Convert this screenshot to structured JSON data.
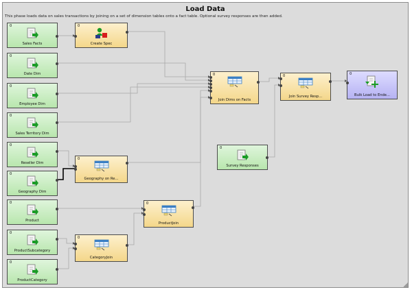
{
  "diagram": {
    "title": "Load Data",
    "description": "This phase loads data on sales transactions by joining on a set of dimension tables onto a fact table. Optional survey responses are then added."
  },
  "nodes": {
    "sales_facts": {
      "label": "Sales Facts",
      "count": "0"
    },
    "create_spec": {
      "label": "Create Spec",
      "count": "0"
    },
    "date_dim": {
      "label": "Date Dim",
      "count": "0"
    },
    "employee_dim": {
      "label": "Employee Dim",
      "count": "0"
    },
    "sales_territory_dim": {
      "label": "Sales Territory Dim",
      "count": "0"
    },
    "reseller_dim": {
      "label": "Reseller Dim",
      "count": "0"
    },
    "geography_dim": {
      "label": "Geography Dim",
      "count": "0"
    },
    "geography_on_re": {
      "label": "Geography on Re...",
      "count": "0"
    },
    "product": {
      "label": "Product",
      "count": "0"
    },
    "product_join": {
      "label": "ProductJoin",
      "count": "0"
    },
    "product_subcategory": {
      "label": "ProductSubcategory",
      "count": "0"
    },
    "category_join": {
      "label": "CategoryJoin",
      "count": "0"
    },
    "product_category": {
      "label": "ProductCategory",
      "count": "0"
    },
    "join_dims_on_facts": {
      "label": "Join Dims on Facts",
      "count": "0"
    },
    "survey_responses": {
      "label": "Survey Responses",
      "count": "0"
    },
    "join_survey_resp": {
      "label": "Join Survey Resp...",
      "count": "0"
    },
    "bulk_load": {
      "label": "Bulk Load to Ende...",
      "count": "0"
    }
  },
  "colors": {
    "reader": "#b8e6ad",
    "transform": "#f4d78a",
    "writer": "#b6b2f3",
    "wire": "#a8a8a8"
  },
  "icons": {
    "reader": "file-reader-icon",
    "transform": "join-table-icon",
    "writer": "bulk-writer-icon",
    "spec": "user-spec-icon"
  }
}
